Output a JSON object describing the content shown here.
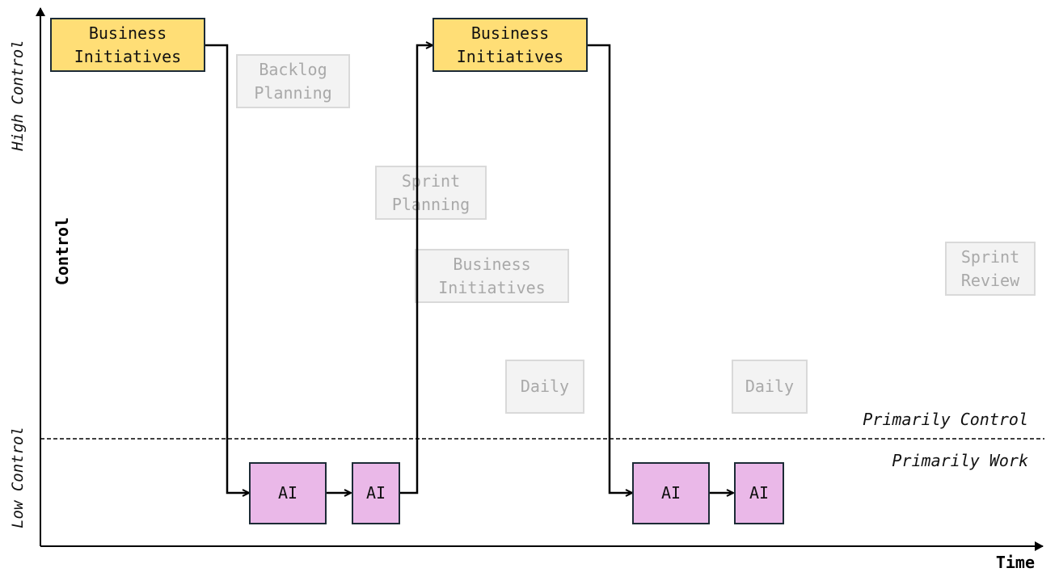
{
  "axes": {
    "y_high": "High Control",
    "y_low": "Low Control",
    "y_title": "Control",
    "x_title": "Time"
  },
  "zones": {
    "upper": "Primarily Control",
    "lower": "Primarily Work"
  },
  "nodes": {
    "bi1": "Business\nInitiatives",
    "bi2": "Business\nInitiatives",
    "ai1": "AI",
    "ai2": "AI",
    "ai3": "AI",
    "ai4": "AI"
  },
  "background_events": {
    "backlog_planning": "Backlog\nPlanning",
    "sprint_planning": "Sprint\nPlanning",
    "business_initiatives": "Business\nInitiatives",
    "daily1": "Daily",
    "daily2": "Daily",
    "sprint_review": "Sprint\nReview"
  },
  "colors": {
    "business": "#ffde76",
    "ai": "#eab8e8",
    "ghost_fill": "#f3f3f3",
    "ghost_text": "#a9a9a9",
    "line": "#000000"
  }
}
